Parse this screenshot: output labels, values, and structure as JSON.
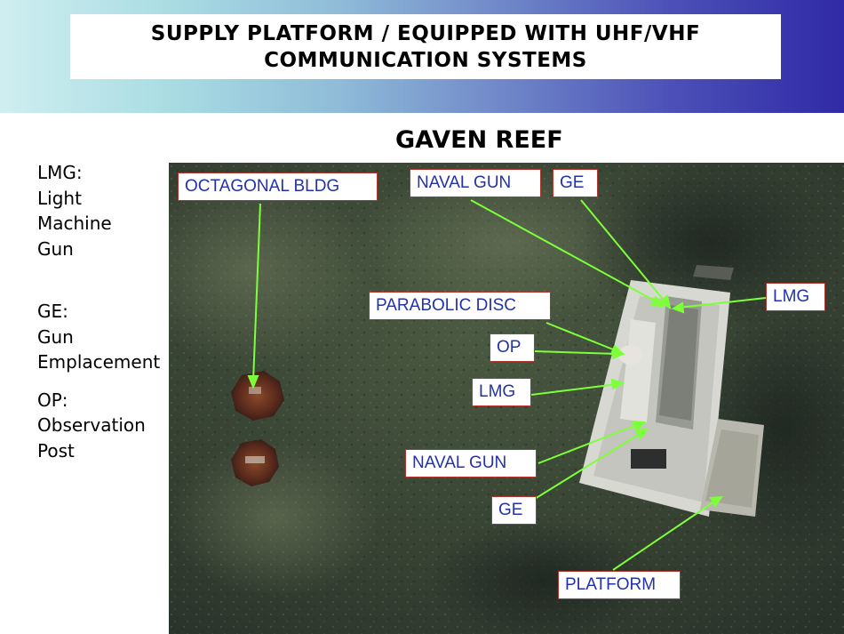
{
  "header": {
    "title": "SUPPLY PLATFORM / EQUIPPED WITH UHF/VHF\nCOMMUNICATION SYSTEMS"
  },
  "subtitle": "GAVEN REEF",
  "legend": {
    "lmg": [
      "LMG:",
      "Light",
      "Machine",
      "Gun"
    ],
    "ge": [
      "GE:",
      "Gun",
      "Emplacement"
    ],
    "op": [
      "OP:",
      "Observation",
      "Post"
    ]
  },
  "callouts": {
    "octagonal_bldg": "OCTAGONAL BLDG",
    "naval_gun_top": "NAVAL GUN",
    "ge_top": "GE",
    "lmg_right": "LMG",
    "parabolic_disc": "PARABOLIC DISC",
    "op": "OP",
    "lmg_left": "LMG",
    "naval_gun_bottom": "NAVAL GUN",
    "ge_bottom": "GE",
    "platform": "PLATFORM"
  },
  "colors": {
    "callout_text": "#2332a8",
    "callout_border": "#b2352b",
    "arrow": "#7dff3a"
  }
}
